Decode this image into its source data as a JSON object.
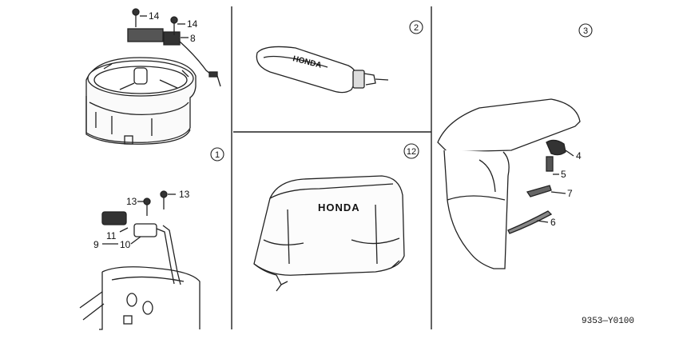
{
  "diagram": {
    "drawing_code": "9353—Y0100",
    "sections": [
      {
        "id": "s1",
        "marker": "1"
      },
      {
        "id": "s2",
        "marker": "2"
      },
      {
        "id": "s3",
        "marker": "3"
      },
      {
        "id": "s12",
        "marker": "12"
      }
    ],
    "brand_text": "HONDA",
    "callouts": {
      "c14a": "14",
      "c14b": "14",
      "c8": "8",
      "c13a": "13",
      "c13b": "13",
      "c11": "11",
      "c9": "9",
      "c10": "10",
      "c4": "4",
      "c5": "5",
      "c7": "7",
      "c6": "6"
    }
  }
}
